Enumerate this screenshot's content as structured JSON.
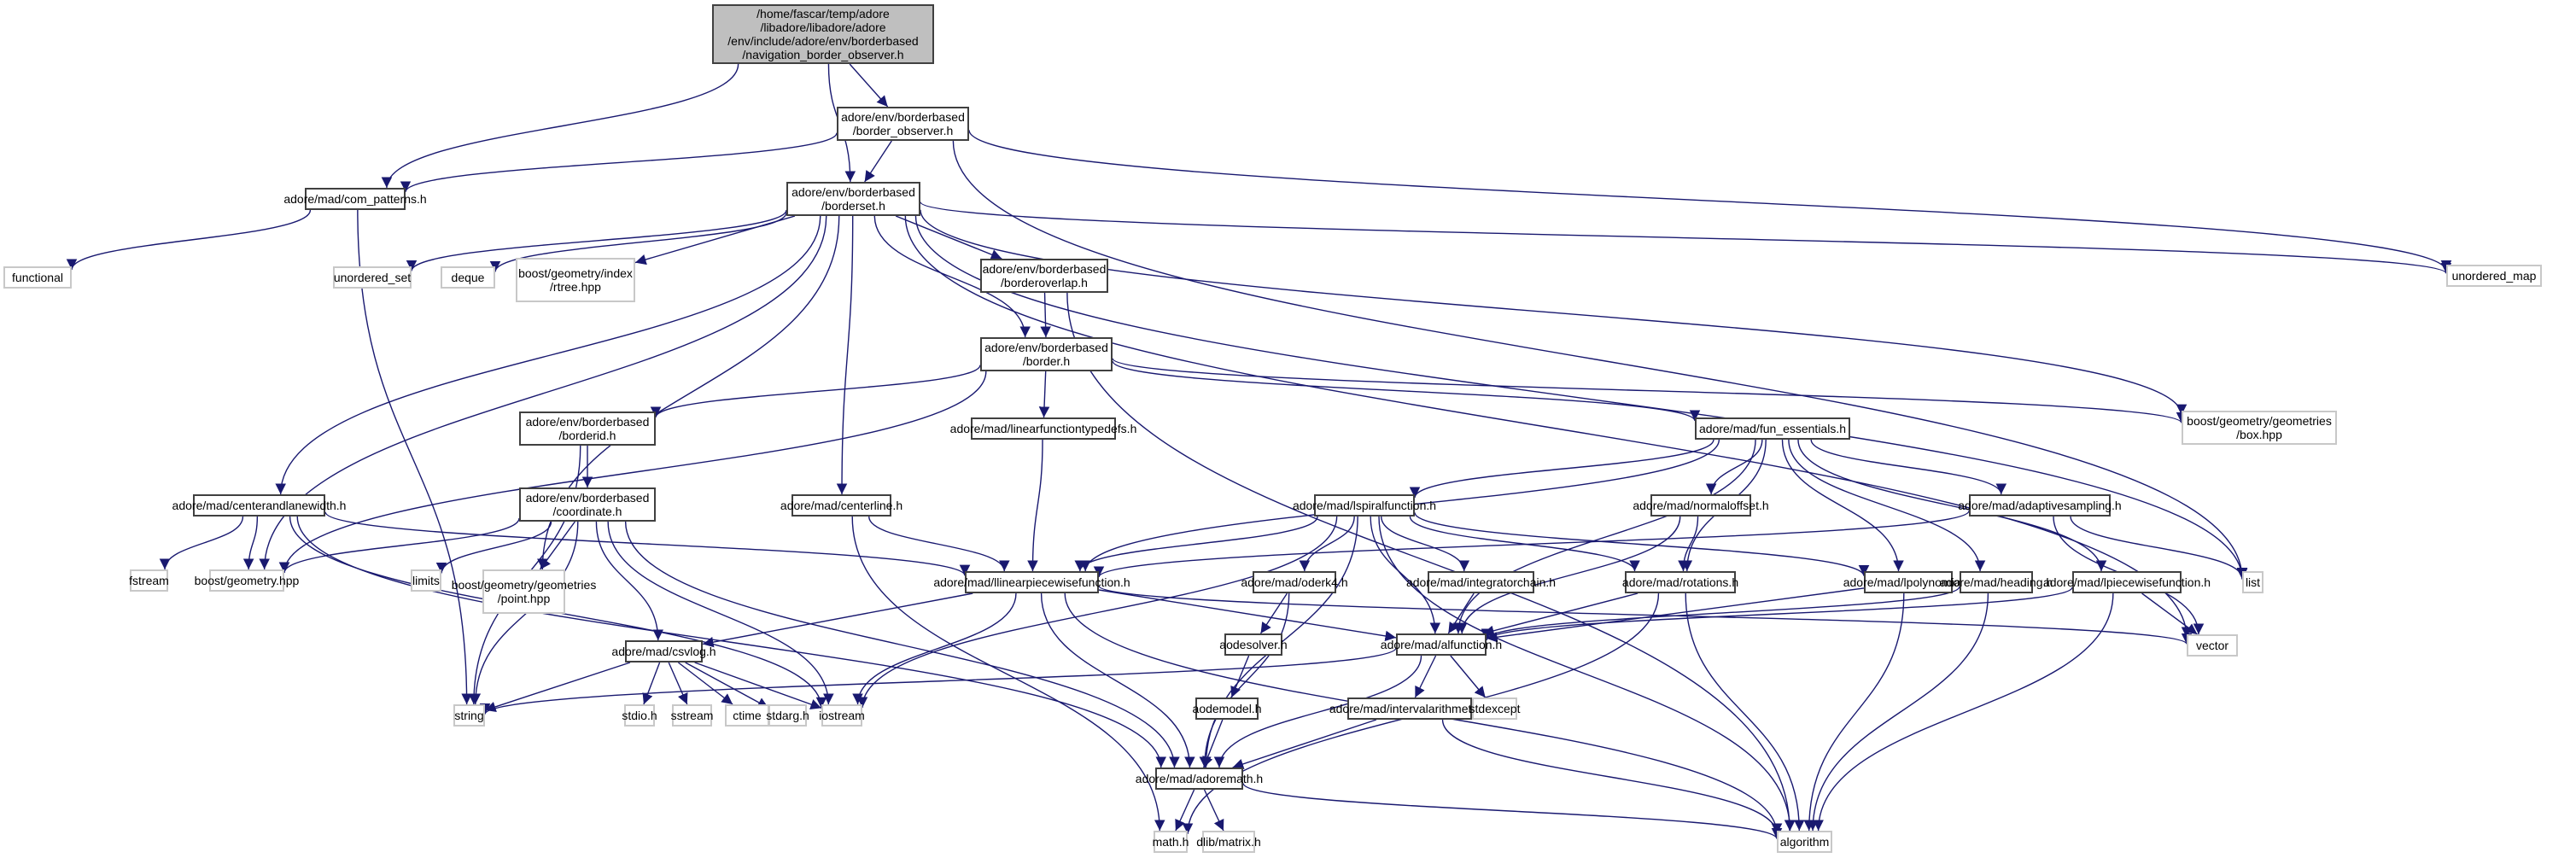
{
  "graph": {
    "title": "Include dependency graph for navigation_border_observer.h",
    "colors": {
      "edge": "#191970",
      "internal_border": "#404040",
      "external_border": "#c8c8c8",
      "root_fill": "#bfbfbf"
    },
    "nodes": [
      {
        "id": "root",
        "kind": "root",
        "lines": [
          "/home/fascar/temp/adore",
          "/libadore/libadore/adore",
          "/env/include/adore/env/borderbased",
          "/navigation_border_observer.h"
        ]
      },
      {
        "id": "border_observer",
        "kind": "internal",
        "lines": [
          "adore/env/borderbased",
          "/border_observer.h"
        ]
      },
      {
        "id": "com_patterns",
        "kind": "internal",
        "lines": [
          "adore/mad/com_patterns.h"
        ]
      },
      {
        "id": "borderset",
        "kind": "internal",
        "lines": [
          "adore/env/borderbased",
          "/borderset.h"
        ]
      },
      {
        "id": "functional",
        "kind": "external",
        "lines": [
          "functional"
        ]
      },
      {
        "id": "unordered_set",
        "kind": "external",
        "lines": [
          "unordered_set"
        ]
      },
      {
        "id": "deque",
        "kind": "external",
        "lines": [
          "deque"
        ]
      },
      {
        "id": "rtree",
        "kind": "external",
        "lines": [
          "boost/geometry/index",
          "/rtree.hpp"
        ]
      },
      {
        "id": "borderoverlap",
        "kind": "internal",
        "lines": [
          "adore/env/borderbased",
          "/borderoverlap.h"
        ]
      },
      {
        "id": "unordered_map",
        "kind": "external",
        "lines": [
          "unordered_map"
        ]
      },
      {
        "id": "border",
        "kind": "internal",
        "lines": [
          "adore/env/borderbased",
          "/border.h"
        ]
      },
      {
        "id": "box",
        "kind": "external",
        "lines": [
          "boost/geometry/geometries",
          "/box.hpp"
        ]
      },
      {
        "id": "borderid",
        "kind": "internal",
        "lines": [
          "adore/env/borderbased",
          "/borderid.h"
        ]
      },
      {
        "id": "linearfunctiontypedefs",
        "kind": "internal",
        "lines": [
          "adore/mad/linearfunctiontypedefs.h"
        ]
      },
      {
        "id": "fun_essentials",
        "kind": "internal",
        "lines": [
          "adore/mad/fun_essentials.h"
        ]
      },
      {
        "id": "centerandlanewidth",
        "kind": "internal",
        "lines": [
          "adore/mad/centerandlanewidth.h"
        ]
      },
      {
        "id": "coordinate",
        "kind": "internal",
        "lines": [
          "adore/env/borderbased",
          "/coordinate.h"
        ]
      },
      {
        "id": "centerline",
        "kind": "internal",
        "lines": [
          "adore/mad/centerline.h"
        ]
      },
      {
        "id": "lspiralfunction",
        "kind": "internal",
        "lines": [
          "adore/mad/lspiralfunction.h"
        ]
      },
      {
        "id": "normaloffset",
        "kind": "internal",
        "lines": [
          "adore/mad/normaloffset.h"
        ]
      },
      {
        "id": "adaptivesampling",
        "kind": "internal",
        "lines": [
          "adore/mad/adaptivesampling.h"
        ]
      },
      {
        "id": "fstream",
        "kind": "external",
        "lines": [
          "fstream"
        ]
      },
      {
        "id": "boost_geometry",
        "kind": "external",
        "lines": [
          "boost/geometry.hpp"
        ]
      },
      {
        "id": "limits",
        "kind": "external",
        "lines": [
          "limits"
        ]
      },
      {
        "id": "point",
        "kind": "external",
        "lines": [
          "boost/geometry/geometries",
          "/point.hpp"
        ]
      },
      {
        "id": "llinearpiecewisefunction",
        "kind": "internal",
        "lines": [
          "adore/mad/llinearpiecewisefunction.h"
        ]
      },
      {
        "id": "oderk4",
        "kind": "internal",
        "lines": [
          "adore/mad/oderk4.h"
        ]
      },
      {
        "id": "integratorchain",
        "kind": "internal",
        "lines": [
          "adore/mad/integratorchain.h"
        ]
      },
      {
        "id": "rotations",
        "kind": "internal",
        "lines": [
          "adore/mad/rotations.h"
        ]
      },
      {
        "id": "lpolynomial",
        "kind": "internal",
        "lines": [
          "adore/mad/lpolynomial.h"
        ]
      },
      {
        "id": "heading",
        "kind": "internal",
        "lines": [
          "adore/mad/heading.h"
        ]
      },
      {
        "id": "lpiecewisefunction",
        "kind": "internal",
        "lines": [
          "adore/mad/lpiecewisefunction.h"
        ]
      },
      {
        "id": "list",
        "kind": "external",
        "lines": [
          "list"
        ]
      },
      {
        "id": "vector",
        "kind": "external",
        "lines": [
          "vector"
        ]
      },
      {
        "id": "csvlog",
        "kind": "internal",
        "lines": [
          "adore/mad/csvlog.h"
        ]
      },
      {
        "id": "aodesolver",
        "kind": "internal",
        "lines": [
          "aodesolver.h"
        ]
      },
      {
        "id": "alfunction",
        "kind": "internal",
        "lines": [
          "adore/mad/alfunction.h"
        ]
      },
      {
        "id": "string",
        "kind": "external",
        "lines": [
          "string"
        ]
      },
      {
        "id": "stdio",
        "kind": "external",
        "lines": [
          "stdio.h"
        ]
      },
      {
        "id": "sstream",
        "kind": "external",
        "lines": [
          "sstream"
        ]
      },
      {
        "id": "ctime",
        "kind": "external",
        "lines": [
          "ctime"
        ]
      },
      {
        "id": "stdarg",
        "kind": "external",
        "lines": [
          "stdarg.h"
        ]
      },
      {
        "id": "iostream",
        "kind": "external",
        "lines": [
          "iostream"
        ]
      },
      {
        "id": "aodemodel",
        "kind": "internal",
        "lines": [
          "aodemodel.h"
        ]
      },
      {
        "id": "intervalarithmetic",
        "kind": "internal",
        "lines": [
          "adore/mad/intervalarithmetic.h"
        ]
      },
      {
        "id": "stdexcept",
        "kind": "external",
        "lines": [
          "stdexcept"
        ]
      },
      {
        "id": "adoremath",
        "kind": "internal",
        "lines": [
          "adore/mad/adoremath.h"
        ]
      },
      {
        "id": "math",
        "kind": "external",
        "lines": [
          "math.h"
        ]
      },
      {
        "id": "dlib_matrix",
        "kind": "external",
        "lines": [
          "dlib/matrix.h"
        ]
      },
      {
        "id": "algorithm",
        "kind": "external",
        "lines": [
          "algorithm"
        ]
      }
    ],
    "edges": [
      [
        "root",
        "border_observer"
      ],
      [
        "root",
        "com_patterns"
      ],
      [
        "root",
        "borderset"
      ],
      [
        "border_observer",
        "com_patterns"
      ],
      [
        "border_observer",
        "borderset"
      ],
      [
        "border_observer",
        "unordered_map"
      ],
      [
        "border_observer",
        "list"
      ],
      [
        "com_patterns",
        "functional"
      ],
      [
        "com_patterns",
        "string"
      ],
      [
        "borderset",
        "unordered_set"
      ],
      [
        "borderset",
        "deque"
      ],
      [
        "borderset",
        "rtree"
      ],
      [
        "borderset",
        "borderoverlap"
      ],
      [
        "borderset",
        "border"
      ],
      [
        "borderset",
        "centerandlanewidth"
      ],
      [
        "borderset",
        "boost_geometry"
      ],
      [
        "borderset",
        "point"
      ],
      [
        "borderset",
        "centerline"
      ],
      [
        "borderset",
        "unordered_map"
      ],
      [
        "borderset",
        "box"
      ],
      [
        "borderset",
        "list"
      ],
      [
        "borderset",
        "vector"
      ],
      [
        "borderoverlap",
        "border"
      ],
      [
        "borderoverlap",
        "algorithm"
      ],
      [
        "border",
        "borderid"
      ],
      [
        "border",
        "linearfunctiontypedefs"
      ],
      [
        "border",
        "fun_essentials"
      ],
      [
        "border",
        "box"
      ],
      [
        "border",
        "boost_geometry"
      ],
      [
        "borderid",
        "coordinate"
      ],
      [
        "borderid",
        "string"
      ],
      [
        "coordinate",
        "boost_geometry"
      ],
      [
        "coordinate",
        "limits"
      ],
      [
        "coordinate",
        "point"
      ],
      [
        "coordinate",
        "string"
      ],
      [
        "coordinate",
        "csvlog"
      ],
      [
        "coordinate",
        "iostream"
      ],
      [
        "coordinate",
        "adoremath"
      ],
      [
        "centerandlanewidth",
        "fstream"
      ],
      [
        "centerandlanewidth",
        "boost_geometry"
      ],
      [
        "centerandlanewidth",
        "llinearpiecewisefunction"
      ],
      [
        "centerandlanewidth",
        "adoremath"
      ],
      [
        "centerandlanewidth",
        "iostream"
      ],
      [
        "centerline",
        "llinearpiecewisefunction"
      ],
      [
        "centerline",
        "math"
      ],
      [
        "linearfunctiontypedefs",
        "llinearpiecewisefunction"
      ],
      [
        "fun_essentials",
        "lspiralfunction"
      ],
      [
        "fun_essentials",
        "normaloffset"
      ],
      [
        "fun_essentials",
        "adaptivesampling"
      ],
      [
        "fun_essentials",
        "rotations"
      ],
      [
        "fun_essentials",
        "lpolynomial"
      ],
      [
        "fun_essentials",
        "heading"
      ],
      [
        "fun_essentials",
        "lpiecewisefunction"
      ],
      [
        "fun_essentials",
        "alfunction"
      ],
      [
        "fun_essentials",
        "llinearpiecewisefunction"
      ],
      [
        "lspiralfunction",
        "llinearpiecewisefunction"
      ],
      [
        "lspiralfunction",
        "oderk4"
      ],
      [
        "lspiralfunction",
        "integratorchain"
      ],
      [
        "lspiralfunction",
        "rotations"
      ],
      [
        "lspiralfunction",
        "lpolynomial"
      ],
      [
        "lspiralfunction",
        "alfunction"
      ],
      [
        "lspiralfunction",
        "adoremath"
      ],
      [
        "lspiralfunction",
        "iostream"
      ],
      [
        "lspiralfunction",
        "algorithm"
      ],
      [
        "normaloffset",
        "rotations"
      ],
      [
        "normaloffset",
        "alfunction"
      ],
      [
        "adaptivesampling",
        "llinearpiecewisefunction"
      ],
      [
        "adaptivesampling",
        "list"
      ],
      [
        "adaptivesampling",
        "vector"
      ],
      [
        "llinearpiecewisefunction",
        "csvlog"
      ],
      [
        "llinearpiecewisefunction",
        "alfunction"
      ],
      [
        "llinearpiecewisefunction",
        "adoremath"
      ],
      [
        "llinearpiecewisefunction",
        "iostream"
      ],
      [
        "llinearpiecewisefunction",
        "vector"
      ],
      [
        "llinearpiecewisefunction",
        "algorithm"
      ],
      [
        "oderk4",
        "aodesolver"
      ],
      [
        "oderk4",
        "adoremath"
      ],
      [
        "integratorchain",
        "alfunction"
      ],
      [
        "rotations",
        "alfunction"
      ],
      [
        "rotations",
        "algorithm"
      ],
      [
        "rotations",
        "math"
      ],
      [
        "lpolynomial",
        "alfunction"
      ],
      [
        "lpolynomial",
        "algorithm"
      ],
      [
        "heading",
        "alfunction"
      ],
      [
        "heading",
        "algorithm"
      ],
      [
        "lpiecewisefunction",
        "alfunction"
      ],
      [
        "lpiecewisefunction",
        "vector"
      ],
      [
        "lpiecewisefunction",
        "algorithm"
      ],
      [
        "csvlog",
        "string"
      ],
      [
        "csvlog",
        "stdio"
      ],
      [
        "csvlog",
        "sstream"
      ],
      [
        "csvlog",
        "ctime"
      ],
      [
        "csvlog",
        "stdarg"
      ],
      [
        "csvlog",
        "iostream"
      ],
      [
        "aodesolver",
        "aodemodel"
      ],
      [
        "aodemodel",
        "adoremath"
      ],
      [
        "alfunction",
        "intervalarithmetic"
      ],
      [
        "alfunction",
        "stdexcept"
      ],
      [
        "alfunction",
        "adoremath"
      ],
      [
        "alfunction",
        "string"
      ],
      [
        "intervalarithmetic",
        "adoremath"
      ],
      [
        "intervalarithmetic",
        "algorithm"
      ],
      [
        "adoremath",
        "math"
      ],
      [
        "adoremath",
        "dlib_matrix"
      ],
      [
        "adoremath",
        "algorithm"
      ]
    ]
  }
}
